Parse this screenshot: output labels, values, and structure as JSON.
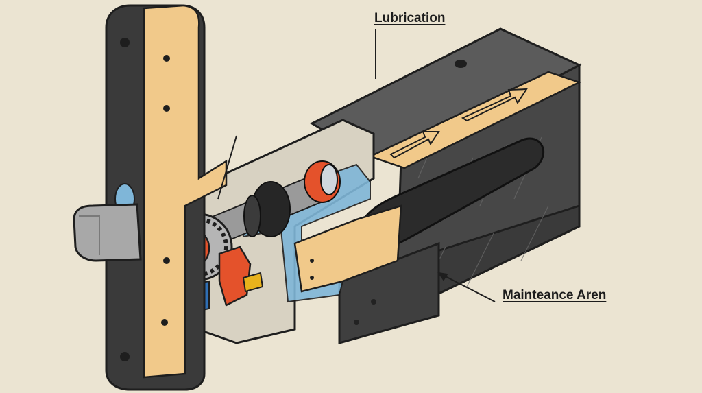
{
  "diagram": {
    "subject": "Cutaway illustration of a mortise door lock mechanism",
    "colors": {
      "background": "#ebe4d2",
      "housing": "#4a4a4a",
      "housing_dark": "#2f2f2f",
      "wood": "#f1c98a",
      "gear_orange": "#e4522b",
      "brass": "#e8b21c",
      "metal": "#a8a8a8",
      "blue_accent": "#7fb6d8",
      "outline": "#1e1e1e"
    },
    "callouts": [
      {
        "id": "lubrication",
        "label": "Lubrication"
      },
      {
        "id": "maintenance",
        "label": "Mainteance Aren"
      }
    ]
  }
}
